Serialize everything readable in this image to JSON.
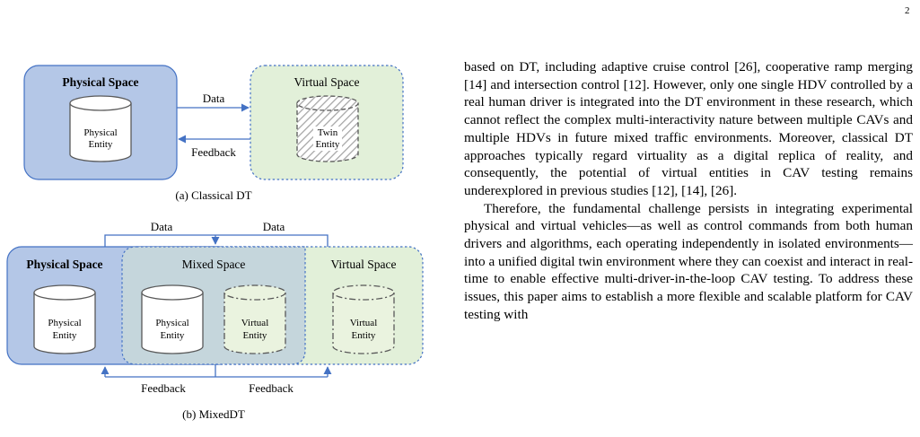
{
  "page_number": "2",
  "figure_a": {
    "physical_space": "Physical Space",
    "virtual_space": "Virtual Space",
    "data_label": "Data",
    "feedback_label": "Feedback",
    "physical_entity": [
      "Physical",
      "Entity"
    ],
    "twin_entity": [
      "Twin",
      "Entity"
    ],
    "caption": "(a) Classical DT"
  },
  "figure_b": {
    "data_left": "Data",
    "data_right": "Data",
    "physical_space": "Physical Space",
    "mixed_space": "Mixed Space",
    "virtual_space": "Virtual Space",
    "physical_entity_1": [
      "Physical",
      "Entity"
    ],
    "physical_entity_2": [
      "Physical",
      "Entity"
    ],
    "virtual_entity_1": [
      "Virtual",
      "Entity"
    ],
    "virtual_entity_2": [
      "Virtual",
      "Entity"
    ],
    "feedback_left": "Feedback",
    "feedback_right": "Feedback",
    "caption": "(b) MixedDT"
  },
  "colors": {
    "physical_fill": "#b4c7e7",
    "virtual_fill": "#e2f0d9",
    "mixed_fill": "#c5d6dc",
    "border_blue": "#4472c4",
    "cylinder_fill": "#ffffff",
    "virtual_cylinder_fill": "#eaf3df"
  },
  "body": {
    "paragraph1": "based on DT, including adaptive cruise control [26], cooperative ramp merging [14] and intersection control [12]. However, only one single HDV controlled by a real human driver is integrated into the DT environment in these research, which cannot reflect the complex multi-interactivity nature between multiple CAVs and multiple HDVs in future mixed traffic environments. Moreover, classical DT approaches typically regard virtuality as a digital replica of reality, and consequently, the potential of virtual entities in CAV testing remains underexplored in previous studies [12], [14], [26].",
    "paragraph2": "Therefore, the fundamental challenge persists in integrating experimental physical and virtual vehicles—as well as control commands from both human drivers and algorithms, each operating independently in isolated environments—into a unified digital twin environment where they can coexist and interact in real-time to enable effective multi-driver-in-the-loop CAV testing. To address these issues, this paper aims to establish a more flexible and scalable platform for CAV testing with"
  }
}
